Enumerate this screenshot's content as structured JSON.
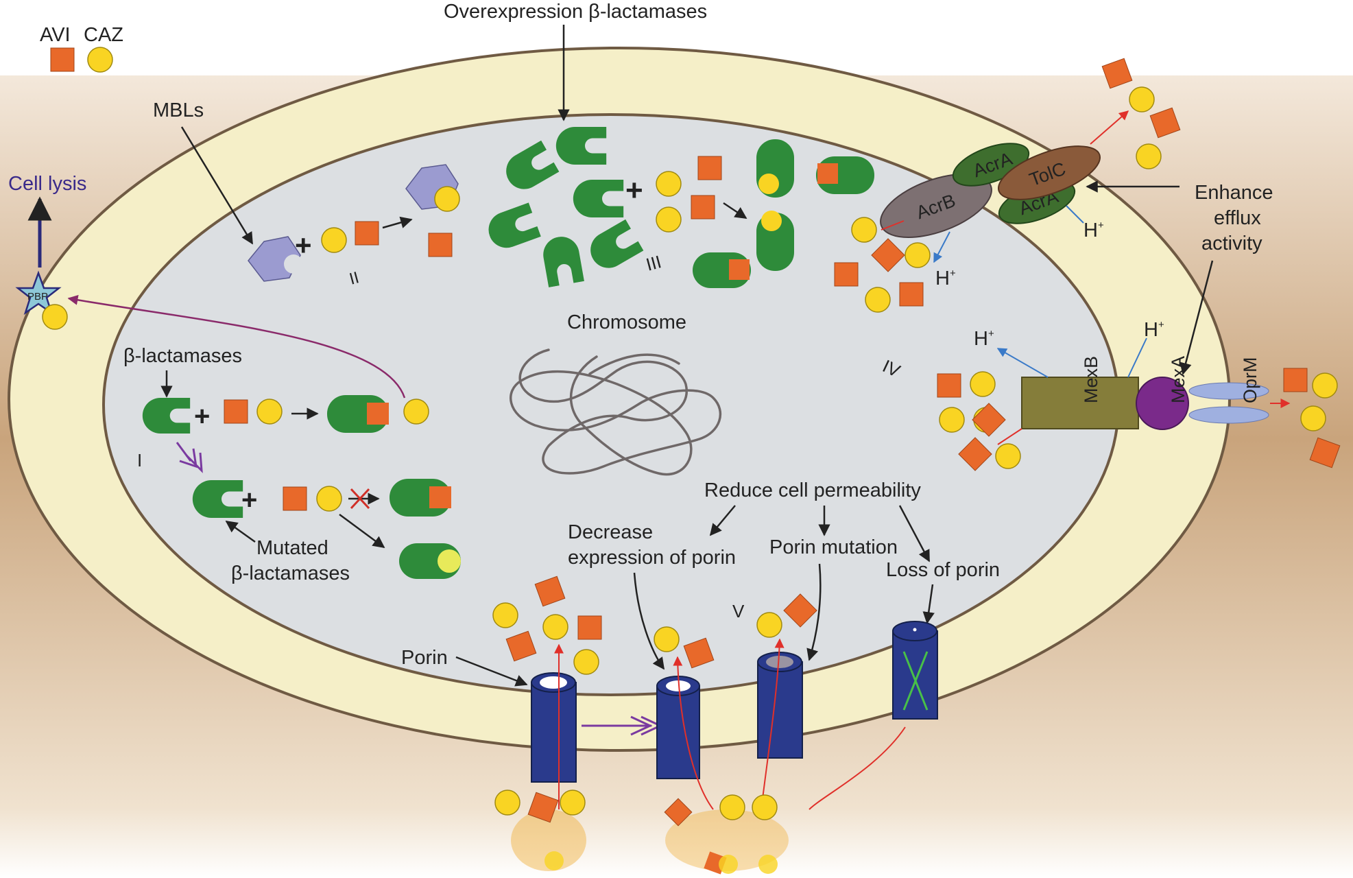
{
  "legend": {
    "avi": "AVI",
    "caz": "CAZ"
  },
  "labels": {
    "overexpression": "Overexpression β-lactamases",
    "mbls": "MBLs",
    "cell_lysis": "Cell lysis",
    "pbp": "PBP",
    "chromosome": "Chromosome",
    "beta_lactamases": "β-lactamases",
    "mutated_line1": "Mutated",
    "mutated_line2": "β-lactamases",
    "enhance_line1": "Enhance",
    "enhance_line2": "efflux",
    "enhance_line3": "activity",
    "reduce_permeability": "Reduce cell permeability",
    "decrease_line1": "Decrease",
    "decrease_line2": "expression of porin",
    "porin_mutation": "Porin mutation",
    "loss_of_porin": "Loss of porin",
    "porin": "Porin",
    "proton": "H",
    "proton_charge": "+"
  },
  "proteins": {
    "acra": "AcrA",
    "acrb": "AcrB",
    "tolc": "TolC",
    "mexb": "MexB",
    "mexa": "MexA",
    "oprm": "OprM"
  },
  "roman": {
    "i": "I",
    "ii": "II",
    "iii": "III",
    "iv": "IV",
    "v": "V"
  },
  "colors": {
    "avi": "#e8692a",
    "caz": "#f9d423",
    "enzyme": "#2e8b3a",
    "mbl": "#9b9bd0",
    "porin": "#2a3a8c",
    "periplasm": "#f5efc8",
    "cytoplasm": "#dcdfe2",
    "arrow_red": "#e0302a",
    "arrow_purple": "#6a2a8a",
    "proton_arrow": "#3a7ac8"
  }
}
